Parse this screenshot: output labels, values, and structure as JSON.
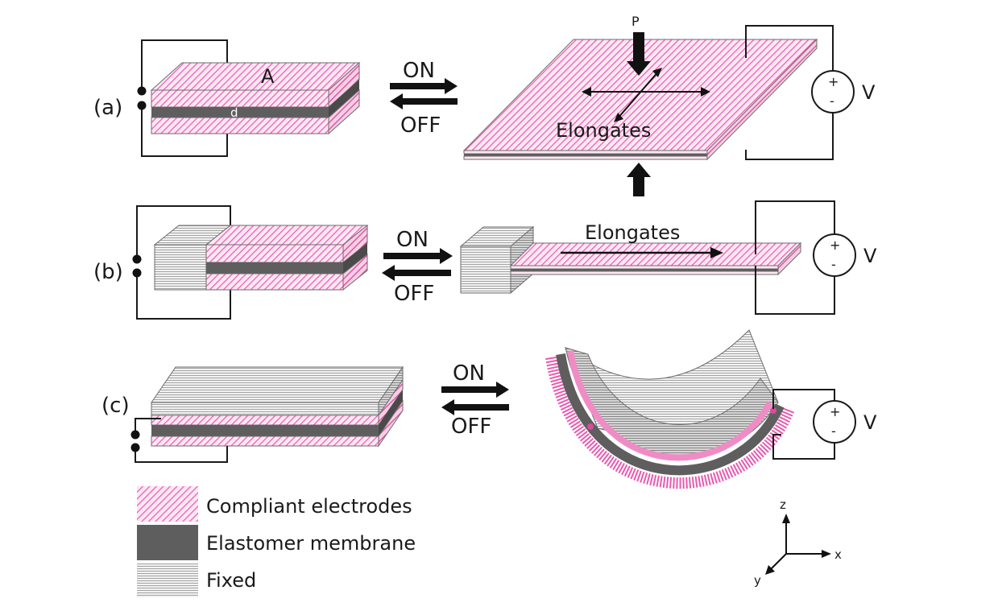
{
  "labels": {
    "panel_a": "(a)",
    "panel_b": "(b)",
    "panel_c": "(c)",
    "area": "A",
    "thickness": "d",
    "pressure": "P",
    "on": "ON",
    "off": "OFF",
    "elongates": "Elongates",
    "voltage": "V",
    "plus": "+",
    "minus": "-"
  },
  "axes": {
    "z": "z",
    "x": "x",
    "y": "y"
  },
  "legend": [
    {
      "label": "Compliant electrodes",
      "pattern": "electrode-hatch"
    },
    {
      "label": "Elastomer membrane",
      "pattern": "elastomer-solid"
    },
    {
      "label": "Fixed",
      "pattern": "fixed-lines"
    }
  ],
  "colors": {
    "electrode": "#e85ab0",
    "electrode_bg": "#fde7f3",
    "elastomer": "#5e5e5e",
    "fixed": "#bdbdbd",
    "wire": "#1a1a1a"
  }
}
